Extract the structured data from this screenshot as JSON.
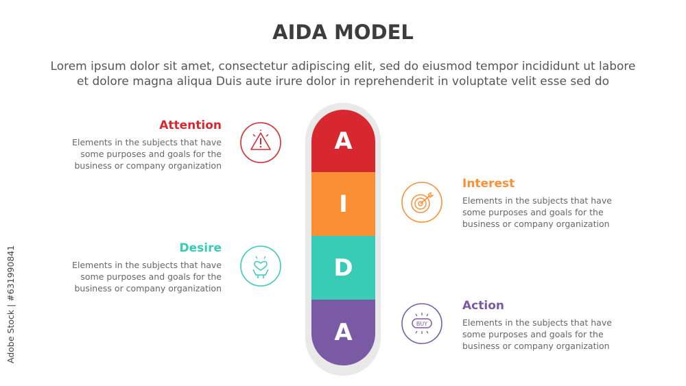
{
  "title": "AIDA MODEL",
  "subtitle_line1": "Lorem ipsum dolor sit amet, consectetur adipiscing elit, sed do eiusmod tempor incididunt ut labore",
  "subtitle_line2": "et dolore magna aliqua Duis aute irure dolor in reprehenderit in voluptate velit esse sed do",
  "colors": {
    "attention": "#d8282f",
    "interest": "#fb8f35",
    "desire": "#38cbb6",
    "action": "#7a5aa4",
    "capsule_border": "#e9e9e9"
  },
  "segments": [
    {
      "letter": "A",
      "color": "#d8282f"
    },
    {
      "letter": "I",
      "color": "#fb8f35"
    },
    {
      "letter": "D",
      "color": "#38cbb6"
    },
    {
      "letter": "A",
      "color": "#7a5aa4"
    }
  ],
  "items": {
    "attention": {
      "heading": "Attention",
      "line1": "Elements in the subjects that have",
      "line2": "some purposes and goals for the",
      "line3": "business or company organization",
      "icon": "warning-triangle-icon"
    },
    "interest": {
      "heading": "Interest",
      "line1": "Elements in the subjects that have",
      "line2": "some purposes and goals for the",
      "line3": "business or company organization",
      "icon": "target-icon"
    },
    "desire": {
      "heading": "Desire",
      "line1": "Elements in the subjects that have",
      "line2": "some purposes and goals for the",
      "line3": "business or company organization",
      "icon": "hand-heart-icon"
    },
    "action": {
      "heading": "Action",
      "line1": "Elements in the subjects that have",
      "line2": "some purposes and goals for the",
      "line3": "business or company organization",
      "icon": "buy-button-icon",
      "icon_text": "BUY"
    }
  },
  "watermark": "Adobe Stock | #631990841"
}
